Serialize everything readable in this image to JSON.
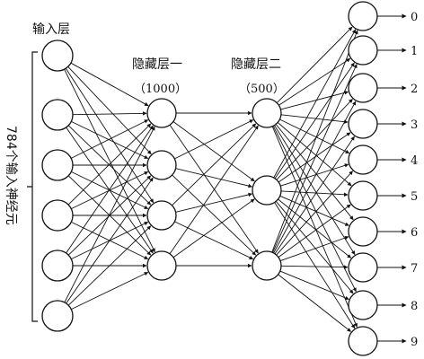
{
  "diagram": {
    "input_layer": {
      "title": "输入层",
      "side_label": "784个输入神经元",
      "neurons": 6
    },
    "hidden_layer_1": {
      "title": "隐藏层一",
      "count_label": "（1000）",
      "neurons": 4
    },
    "hidden_layer_2": {
      "title": "隐藏层二",
      "count_label": "（500）",
      "neurons": 3
    },
    "output_layer": {
      "neurons": 10,
      "labels": [
        "0",
        "1",
        "2",
        "3",
        "4",
        "5",
        "6",
        "7",
        "8",
        "9"
      ]
    },
    "colors": {
      "stroke": "#111111",
      "node_fill": "#ffffff"
    }
  }
}
